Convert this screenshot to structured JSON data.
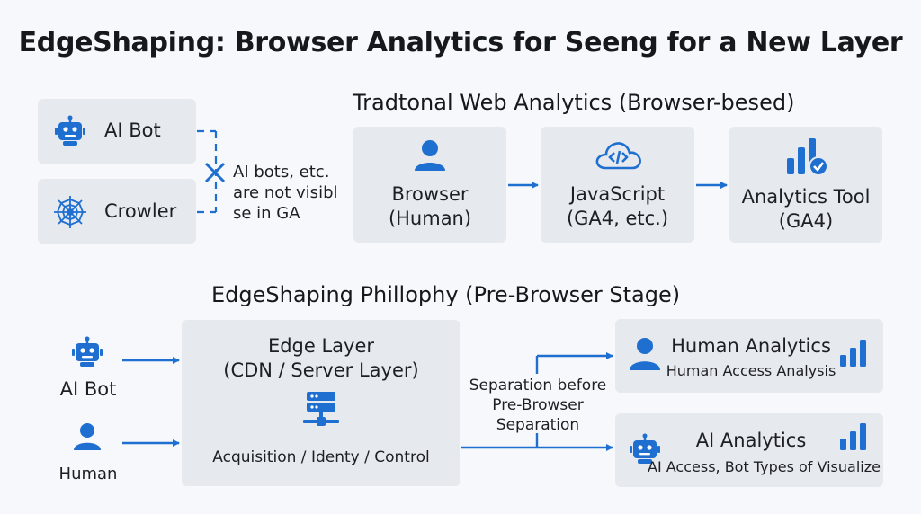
{
  "title": "EdgeShaping: Browser Analytics for Seeng for a New Layer",
  "legacy": {
    "section_title": "Tradtonal Web Analytics (Browser-besed)",
    "ai_bot_label": "AI Bot",
    "crawler_label": "Crowler",
    "note_line1": "AI bots, etc.",
    "note_line2": "are not visibl",
    "note_line3": "se in GA",
    "browser_line1": "Browser",
    "browser_line2": "(Human)",
    "js_line1": "JavaScript",
    "js_line2": "(GA4, etc.)",
    "tool_line1": "Analytics Tool",
    "tool_line2": "(GA4)"
  },
  "edge": {
    "section_title": "EdgeShaping Phillophy (Pre-Browser Stage)",
    "ai_bot_label": "AI Bot",
    "human_label": "Human",
    "layer_line1": "Edge Layer",
    "layer_line2": "(CDN / Server Layer)",
    "layer_caption": "Acquisition / Identy / Control",
    "sep_line1": "Separation before",
    "sep_line2": "Pre-Browser",
    "sep_line3": "Separation",
    "human_analytics_title": "Human Analytics",
    "human_analytics_sub": "Human Access Analysis",
    "ai_analytics_title": "AI Analytics",
    "ai_analytics_sub": "AI Access, Bot Types of Visualize"
  },
  "colors": {
    "accent": "#1f6fd1",
    "box": "#e6e9ee",
    "background": "#f6f8fb",
    "text": "#1c1f24"
  },
  "icons": [
    "robot-icon",
    "spider-web-icon",
    "cross-icon",
    "user-icon",
    "cloud-code-icon",
    "bar-chart-check-icon",
    "server-stack-icon",
    "bar-chart-icon"
  ]
}
